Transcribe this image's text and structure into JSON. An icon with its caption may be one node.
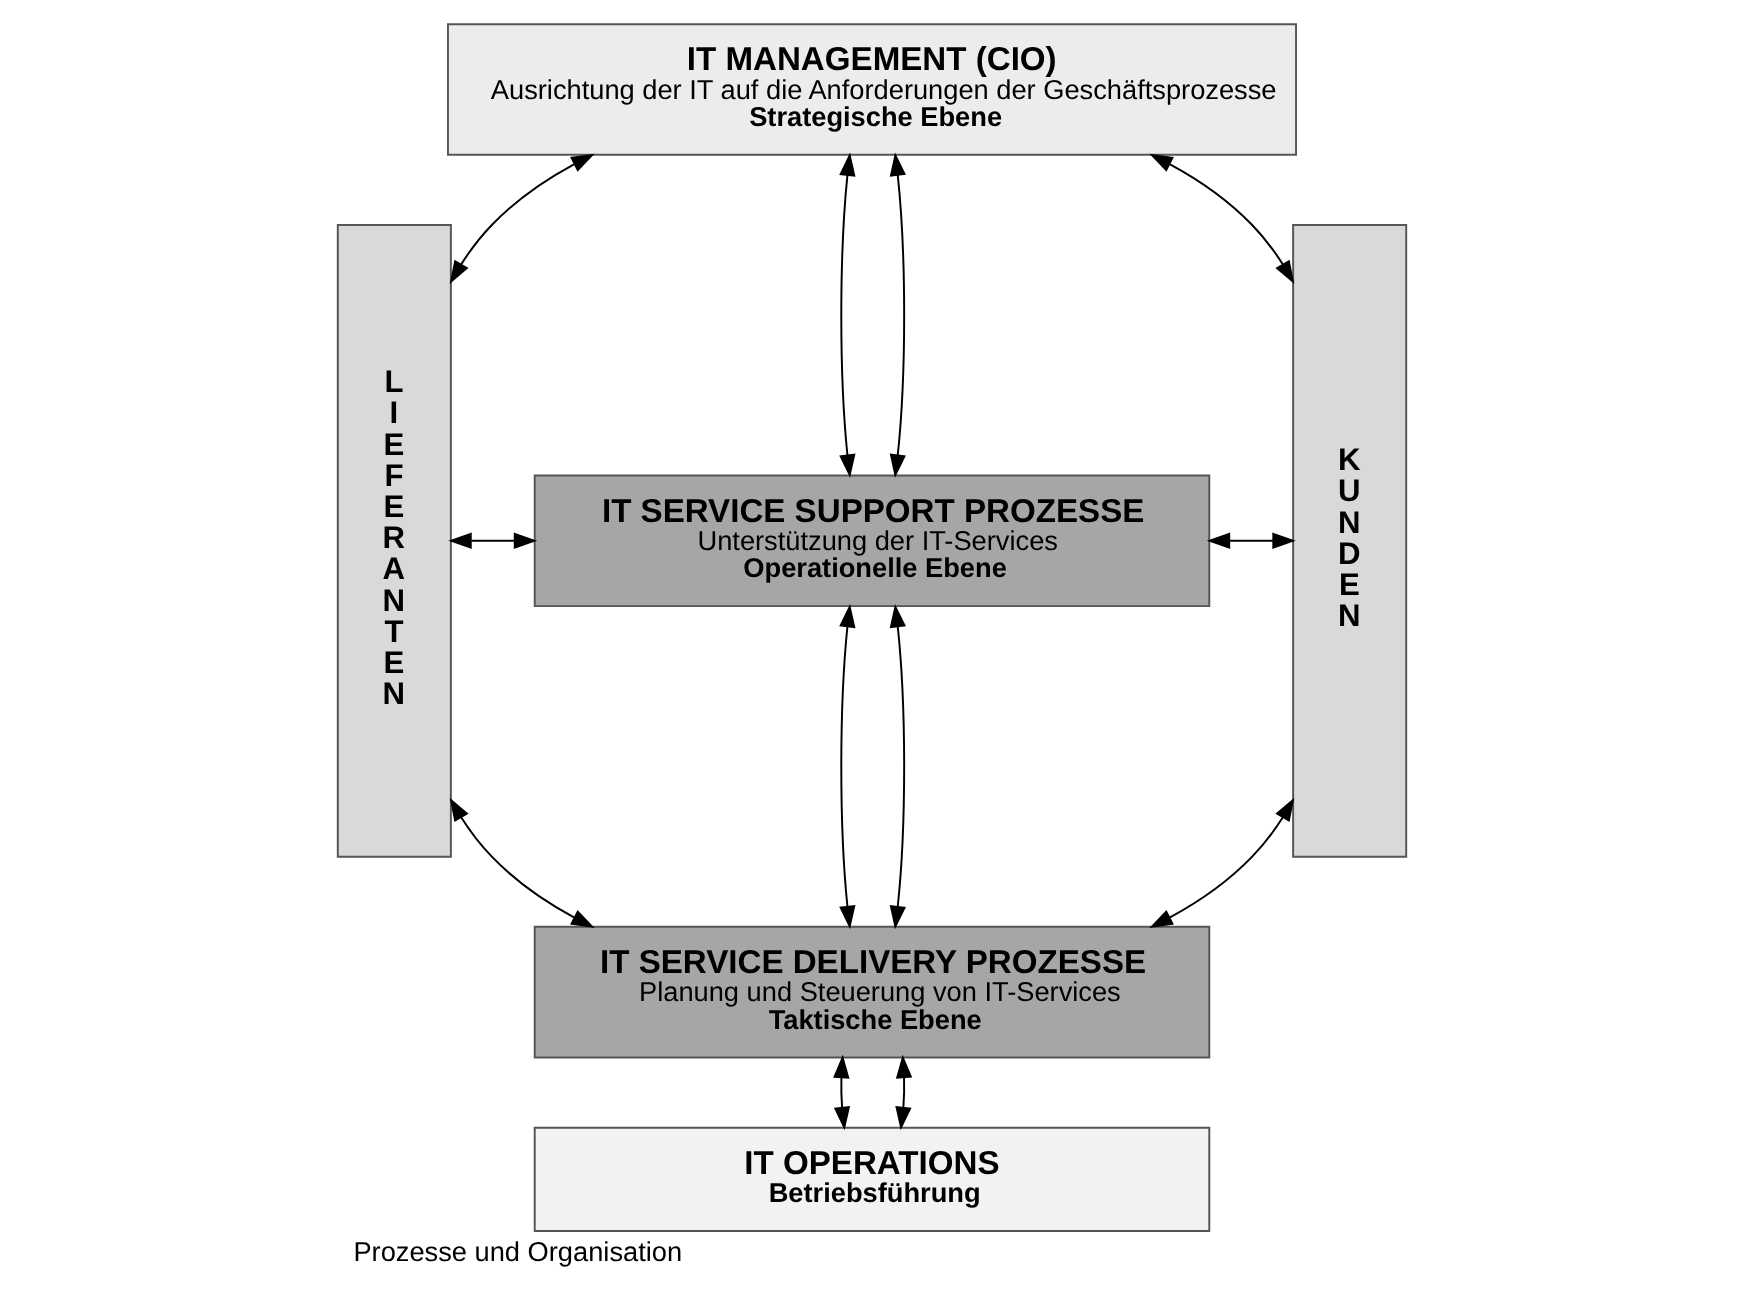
{
  "diagram": {
    "caption": "Prozesse und Organisation",
    "nodes": [
      {
        "text": [
          "LIEFERANTEN"
        ]
      },
      {
        "text": [
          "IT MANAGEMENT (CIO)",
          "Ausrichtung der IT auf die Anforderungen der Geschäftsprozesse",
          "Strategische Ebene"
        ]
      },
      {
        "text": [
          "IT SERVICE SUPPORT PROZESSE",
          "Unterstützung der IT-Services",
          "Operationelle Ebene"
        ]
      },
      {
        "text": [
          "IT SERVICE DELIVERY PROZESSE",
          "Planung und Steuerung von IT-Services",
          "Taktische Ebene"
        ]
      },
      {
        "text": [
          "IT OPERATIONS",
          "Betriebsführung"
        ]
      },
      {
        "text": [
          "KUNDEN"
        ]
      }
    ],
    "edges": [
      {
        "from": 0,
        "to": 1,
        "arrow": "both"
      },
      {
        "from": 1,
        "to": 5,
        "arrow": "both"
      },
      {
        "from": 1,
        "to": 2,
        "arrow": "both"
      },
      {
        "from": 1,
        "to": 2,
        "arrow": "both"
      },
      {
        "from": 0,
        "to": 2,
        "arrow": "both"
      },
      {
        "from": 2,
        "to": 5,
        "arrow": "both"
      },
      {
        "from": 2,
        "to": 3,
        "arrow": "both"
      },
      {
        "from": 2,
        "to": 3,
        "arrow": "both"
      },
      {
        "from": 0,
        "to": 3,
        "arrow": "both"
      },
      {
        "from": 3,
        "to": 5,
        "arrow": "both"
      },
      {
        "from": 3,
        "to": 4,
        "arrow": "both"
      },
      {
        "from": 3,
        "to": 4,
        "arrow": "both"
      }
    ]
  }
}
